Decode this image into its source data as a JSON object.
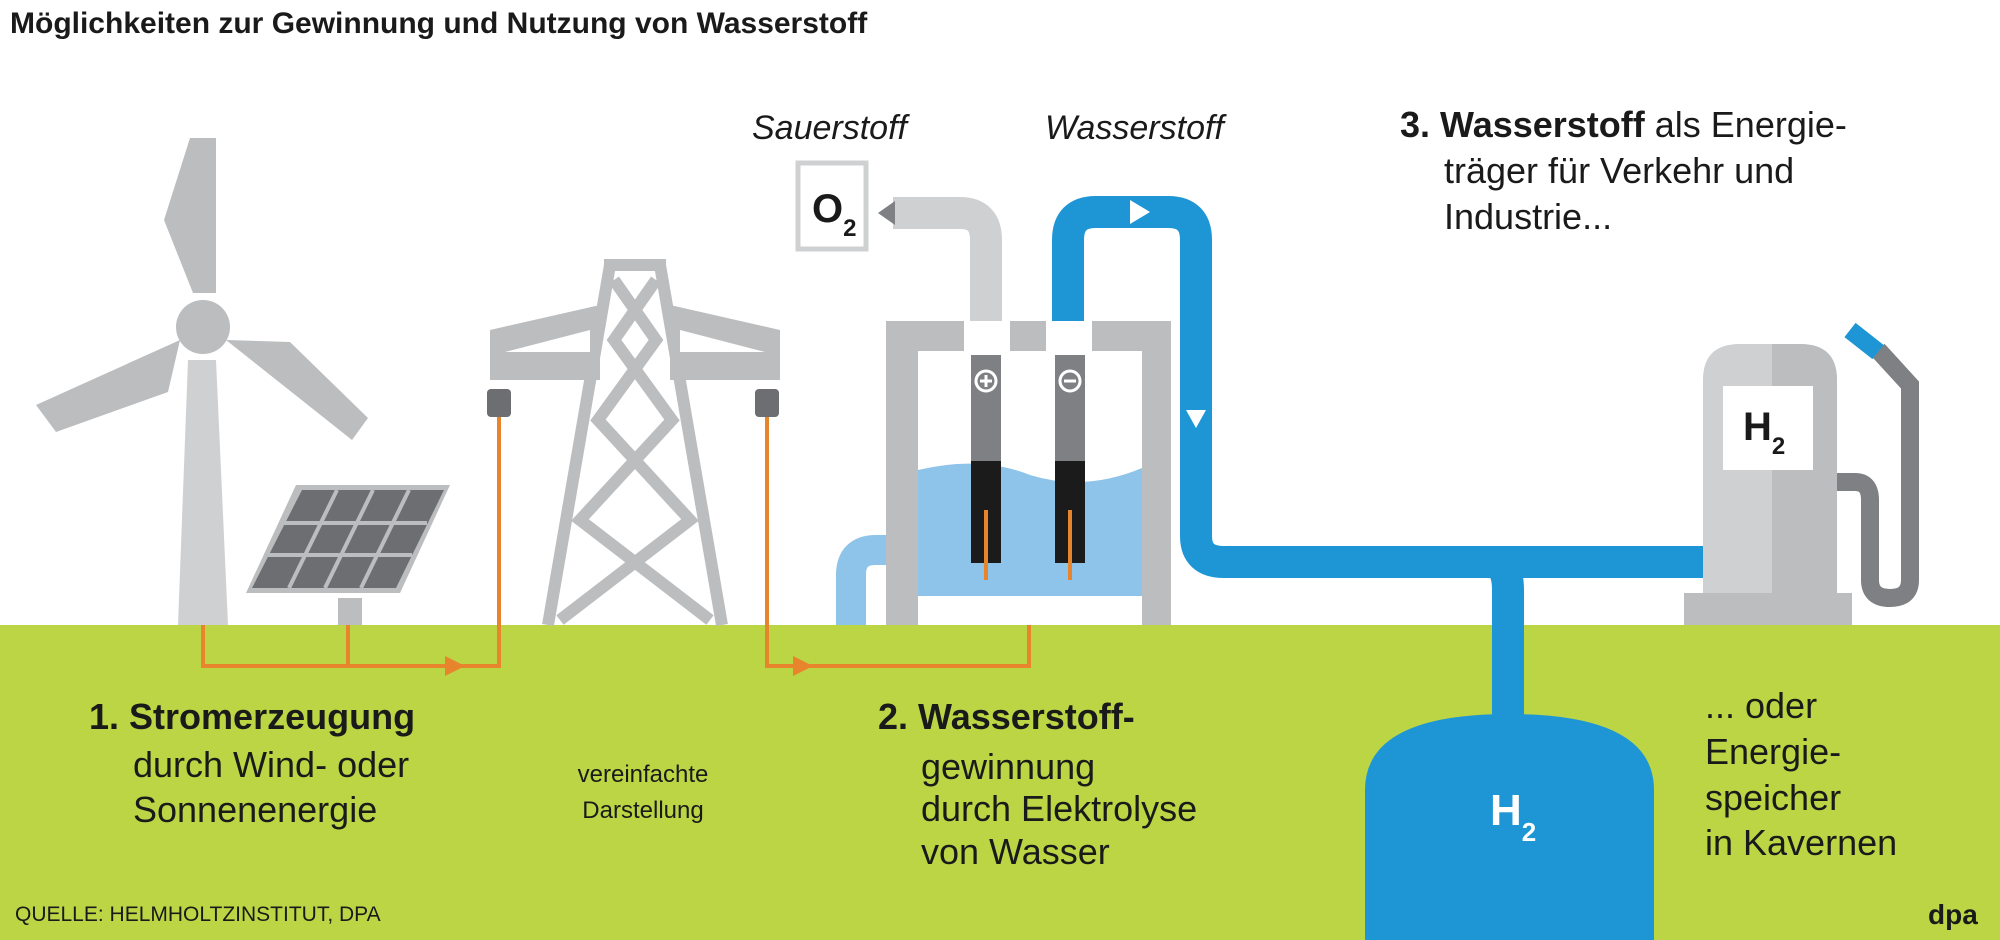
{
  "title": "Möglichkeiten zur Gewinnung und Nutzung von Wasserstoff",
  "labels": {
    "oxygen": "Sauerstoff",
    "hydrogen": "Wasserstoff",
    "o2_symbol": "O",
    "o2_sub": "2",
    "h2_symbol": "H",
    "h2_sub": "2"
  },
  "step1": {
    "number": "1.",
    "heading": "Stromerzeugung",
    "lines": [
      "durch Wind- oder",
      "Sonnenenergie"
    ]
  },
  "note": {
    "lines": [
      "vereinfachte",
      "Darstellung"
    ]
  },
  "step2": {
    "number": "2.",
    "heading": "Wasserstoff-",
    "lines": [
      "gewinnung",
      "durch Elektrolyse",
      "von Wasser"
    ]
  },
  "step3": {
    "number": "3.",
    "heading": "Wasserstoff",
    "heading_rest": " als Energie-",
    "lines": [
      "träger für Verkehr und",
      "Industrie..."
    ]
  },
  "storage": {
    "lines": [
      "... oder",
      "Energie-",
      "speicher",
      "in Kavernen"
    ]
  },
  "source": "QUELLE: HELMHOLTZINSTITUT, DPA",
  "logo": "dpa",
  "colors": {
    "ground": "#bcd544",
    "gray": "#bcbdbf",
    "dark_gray": "#7f8083",
    "blue": "#1e96d6",
    "light_blue": "#8ec4ea",
    "orange": "#e8842c"
  }
}
